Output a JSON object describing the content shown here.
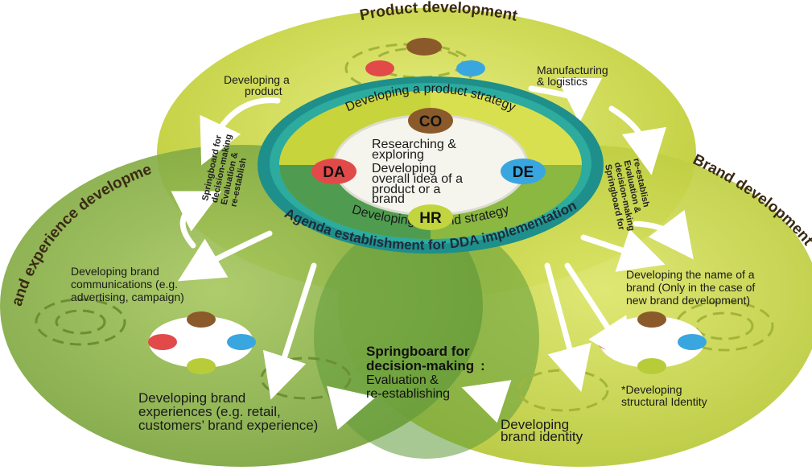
{
  "circles": {
    "product": {
      "title": "Product development",
      "color": "#c7d23c"
    },
    "brand": {
      "title": "Brand development",
      "color": "#c9d545"
    },
    "experience": {
      "title": "Brand experience development",
      "color": "#8ab046"
    }
  },
  "center": {
    "ring_top": "Developing a product strategy",
    "ring_bottom": "Developing a brand strategy",
    "agenda": "Agenda establishment for DDA implementation",
    "lines": [
      "Researching &",
      "exploring",
      "Developing",
      "overall idea of a",
      "product or a",
      "brand"
    ],
    "roles": {
      "top": "CO",
      "left": "DA",
      "right": "DE",
      "bottom": "HR"
    },
    "role_colors": {
      "CO": "#8b5a2b",
      "DA": "#e24a4a",
      "DE": "#3aa6e0",
      "HR": "#b8cc3a"
    }
  },
  "labels": {
    "developing_product": [
      "Developing a",
      "product"
    ],
    "manufacturing": [
      "Manufacturing",
      "& logistics"
    ],
    "brand_comm": [
      "Developing brand",
      "communications (e.g.",
      "advertising, campaign)"
    ],
    "brand_name": [
      "Developing the name of a",
      "brand (Only in the case of",
      "new brand development)"
    ],
    "brand_exp": [
      "Developing brand",
      "experiences (e.g. retail,",
      "customers’ brand experience)"
    ],
    "brand_identity": [
      "Developing",
      "brand identity"
    ],
    "structural": [
      "*Developing",
      "structural Identity"
    ]
  },
  "springboard": {
    "title": [
      "Springboard for",
      "decision-making"
    ],
    "colon": ":",
    "sub": [
      "Evaluation &",
      "re-establishing"
    ]
  },
  "side_springboards": {
    "left": [
      "Springboard for",
      "decision-making",
      "Evaluation &",
      "re-establish"
    ],
    "right": [
      "Springboard for",
      "decision-making",
      "Evaluation &",
      "re-establish"
    ]
  }
}
